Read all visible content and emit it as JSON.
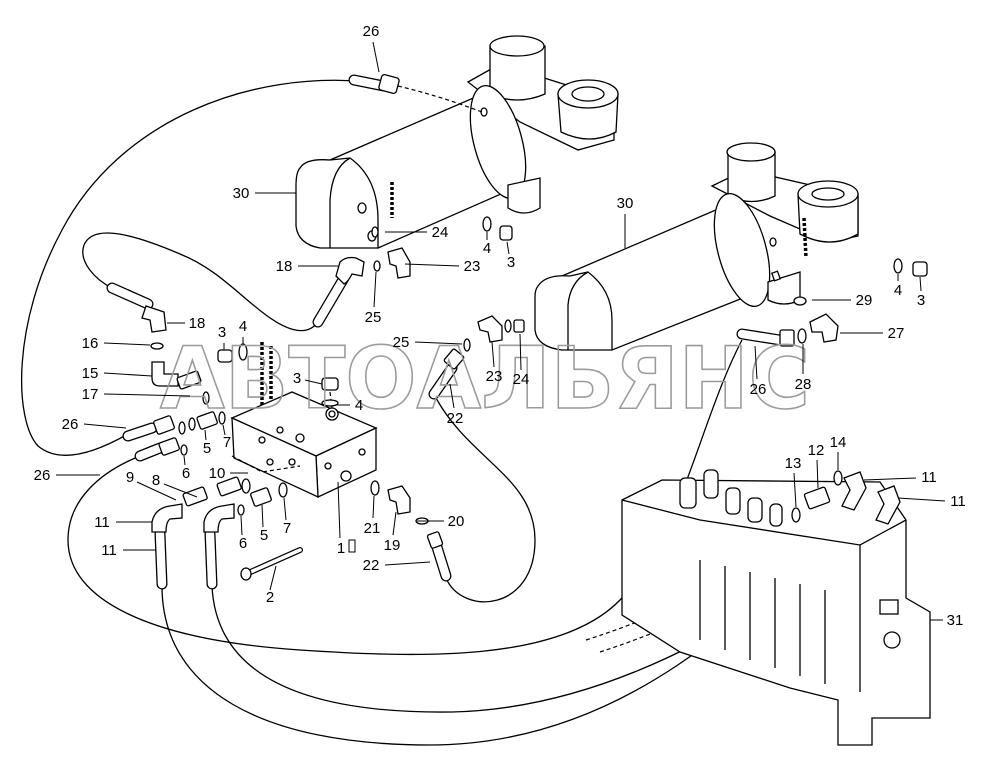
{
  "watermark": "АВТОАЛЬЯНС",
  "callouts": [
    "26",
    "30",
    "24",
    "4",
    "3",
    "18",
    "23",
    "25",
    "18",
    "16",
    "3",
    "4",
    "15",
    "17",
    "3",
    "4",
    "26",
    "7",
    "5",
    "6",
    "10",
    "9",
    "8",
    "26",
    "11",
    "11",
    "6",
    "5",
    "7",
    "1",
    "2",
    "21",
    "19",
    "20",
    "22",
    "30",
    "25",
    "23",
    "24",
    "22",
    "26",
    "28",
    "29",
    "27",
    "4",
    "3",
    "13",
    "12",
    "14",
    "11",
    "11",
    "31"
  ]
}
